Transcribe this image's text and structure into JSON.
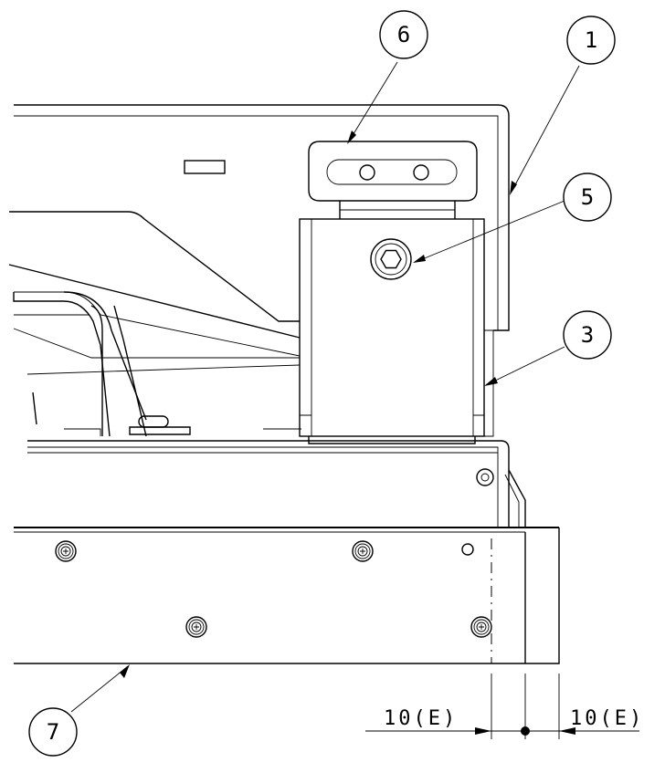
{
  "callouts": [
    {
      "id": "callout-6",
      "label": "6"
    },
    {
      "id": "callout-1",
      "label": "1"
    },
    {
      "id": "callout-5",
      "label": "5"
    },
    {
      "id": "callout-3",
      "label": "3"
    },
    {
      "id": "callout-7",
      "label": "7"
    }
  ],
  "dimensions": {
    "left": "10(E)",
    "right": "10(E)"
  }
}
